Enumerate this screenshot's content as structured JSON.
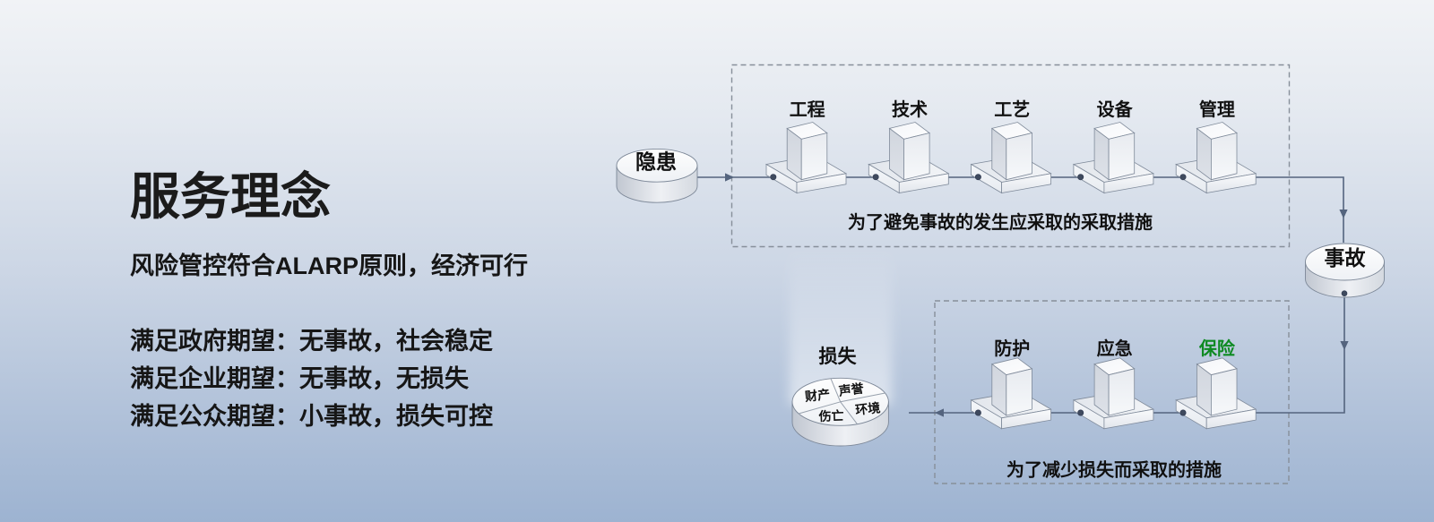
{
  "left_panel": {
    "title": "服务理念",
    "subtitle": "风险管控符合ALARP原则，经济可行",
    "expectations": [
      "满足政府期望：无事故，社会稳定",
      "满足企业期望：无事故，无损失",
      "满足公众期望：小事故，损失可控"
    ]
  },
  "diagram": {
    "hazard_node": "隐患",
    "accident_node": "事故",
    "loss_node": {
      "label": "损失",
      "segments": [
        "财产",
        "声誉",
        "伤亡",
        "环境"
      ]
    },
    "prevention_group": {
      "caption": "为了避免事故的发生应采取的采取措施",
      "items": [
        "工程",
        "技术",
        "工艺",
        "设备",
        "管理"
      ]
    },
    "mitigation_group": {
      "caption": "为了减少损失而采取的措施",
      "items": [
        "防护",
        "应急",
        "保险"
      ]
    },
    "colors": {
      "insurance_green": "#0e8a22",
      "flow_line": "#54647e",
      "label_text": "#111111"
    }
  }
}
